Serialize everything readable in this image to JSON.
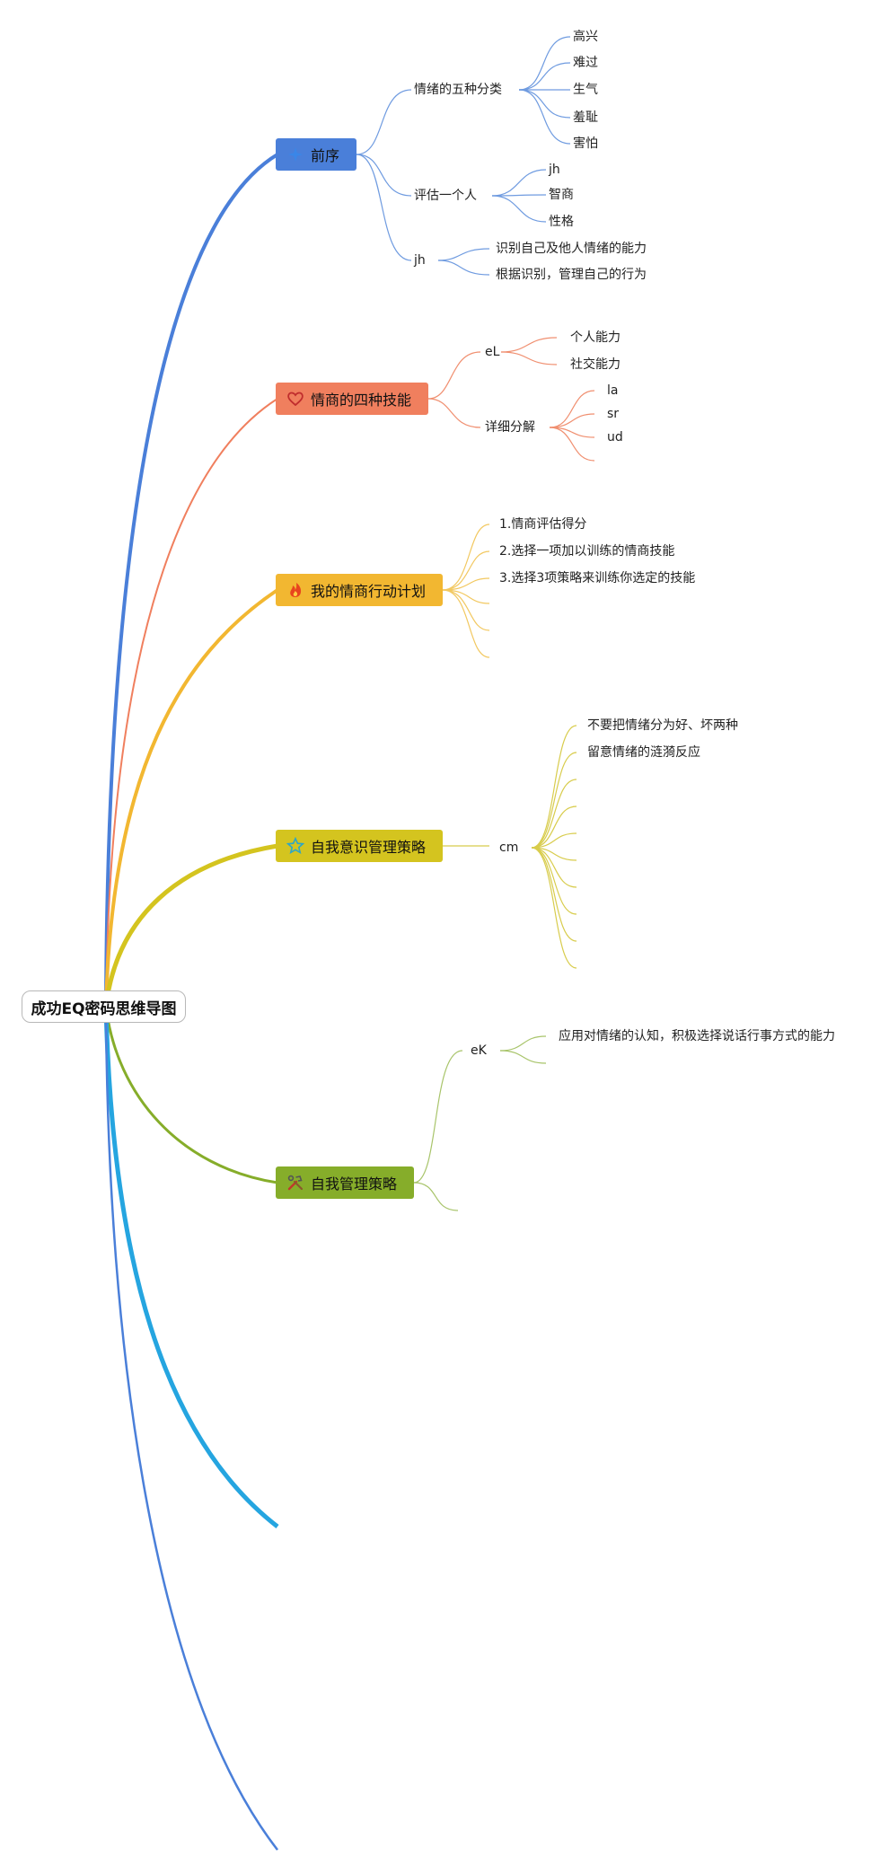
{
  "root": {
    "label": "成功EQ密码思维导图"
  },
  "branches": {
    "preface": {
      "label": "前序",
      "icon": "sparkle-icon",
      "color": "#4a7fd9",
      "groups": {
        "emotions": {
          "label": "情绪的五种分类",
          "items": [
            "高兴",
            "难过",
            "生气",
            "羞耻",
            "害怕"
          ]
        },
        "evaluate": {
          "label": "评估一个人",
          "items": [
            "jh",
            "智商",
            "性格"
          ]
        },
        "jh": {
          "label": "jh",
          "items": [
            "识别自己及他人情绪的能力",
            "根据识别，管理自己的行为"
          ]
        }
      }
    },
    "four_skills": {
      "label": "情商的四种技能",
      "icon": "heart-icon",
      "color": "#f07f5e",
      "groups": {
        "el": {
          "label": "eL",
          "items": [
            "个人能力",
            "社交能力"
          ]
        },
        "detail": {
          "label": "详细分解",
          "items": [
            "la",
            "sr",
            "ud",
            ""
          ]
        }
      }
    },
    "action_plan": {
      "label": "我的情商行动计划",
      "icon": "fire-icon",
      "color": "#f2b731",
      "items": [
        "1.情商评估得分",
        "2.选择一项加以训练的情商技能",
        "3.选择3项策略来训练你选定的技能",
        "",
        "",
        ""
      ]
    },
    "self_awareness": {
      "label": "自我意识管理策略",
      "icon": "star-icon",
      "color": "#d4c41f",
      "groups": {
        "cm": {
          "label": "cm",
          "items": [
            "不要把情绪分为好、坏两种",
            "留意情绪的涟漪反应",
            "",
            "",
            "",
            "",
            "",
            "",
            "",
            ""
          ]
        }
      }
    },
    "self_management": {
      "label": "自我管理策略",
      "icon": "tools-icon",
      "color": "#86ad2a",
      "groups": {
        "ek": {
          "label": "eK",
          "items": [
            "应用对情绪的认知，积极选择说话行事方式的能力",
            ""
          ]
        }
      }
    }
  }
}
